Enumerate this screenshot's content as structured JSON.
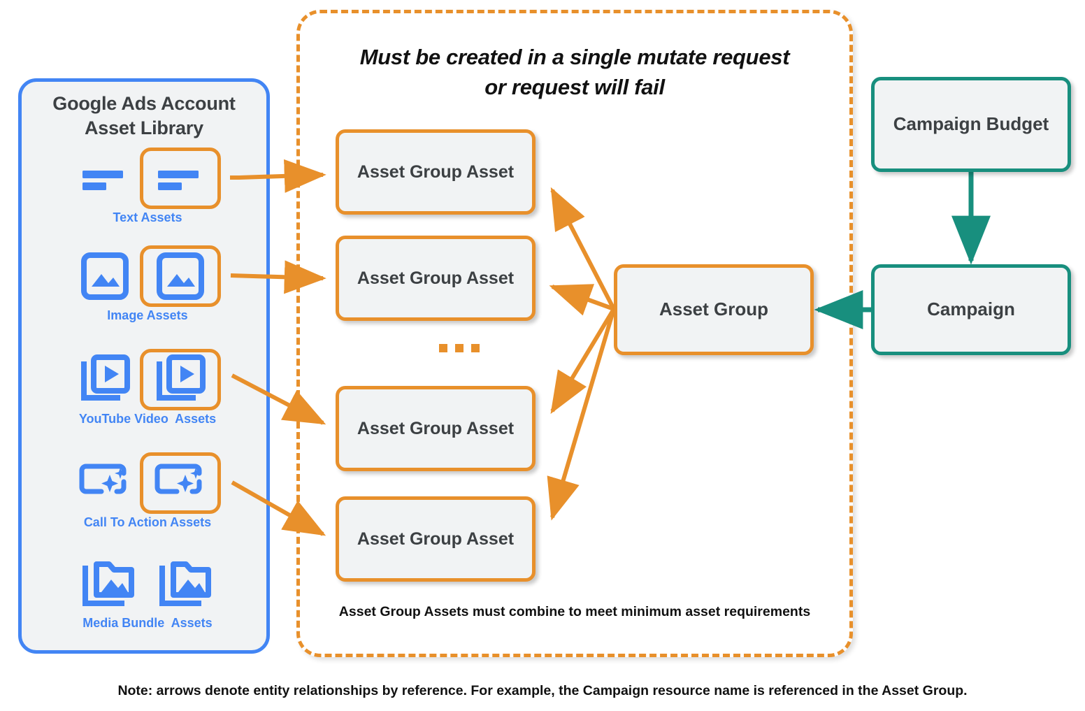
{
  "library": {
    "title_line1": "Google Ads Account",
    "title_line2": "Asset Library",
    "border_color": "#4285F4",
    "fill_color": "#F1F3F4",
    "assets": [
      {
        "label": "Text Assets",
        "icon": "text-lines-icon",
        "selected": true
      },
      {
        "label": "Image Assets",
        "icon": "image-picture-icon",
        "selected": true
      },
      {
        "label": "YouTube Video  Assets",
        "icon": "video-play-stack-icon",
        "selected": true
      },
      {
        "label": "Call To Action Assets",
        "icon": "call-to-action-sparkle-icon",
        "selected": true
      },
      {
        "label": "Media Bundle  Assets",
        "icon": "media-bundle-folder-icon",
        "selected": false
      }
    ]
  },
  "mutate_region": {
    "heading_line1": "Must be created in a single mutate request",
    "heading_line2": "or request will fail",
    "footnote": "Asset Group Assets must combine to meet minimum asset requirements",
    "border_color": "#E8902B",
    "border_style": "dashed"
  },
  "nodes": {
    "asset_group_assets": [
      {
        "label": "Asset Group Asset"
      },
      {
        "label": "Asset Group Asset"
      },
      {
        "label": "Asset Group Asset"
      },
      {
        "label": "Asset Group Asset"
      }
    ],
    "ellipsis": "...",
    "asset_group": {
      "label": "Asset Group",
      "color": "#E8902B"
    },
    "campaign_budget": {
      "label": "Campaign Budget",
      "color": "#188F7E"
    },
    "campaign": {
      "label": "Campaign",
      "color": "#188F7E"
    }
  },
  "note": "Note: arrows denote entity relationships by reference. For example, the Campaign resource name is referenced in the Asset Group.",
  "colors": {
    "orange": "#E8902B",
    "teal": "#188F7E",
    "blue": "#4285F4",
    "node_fill": "#F1F3F4",
    "text_dark": "#3C4043"
  }
}
